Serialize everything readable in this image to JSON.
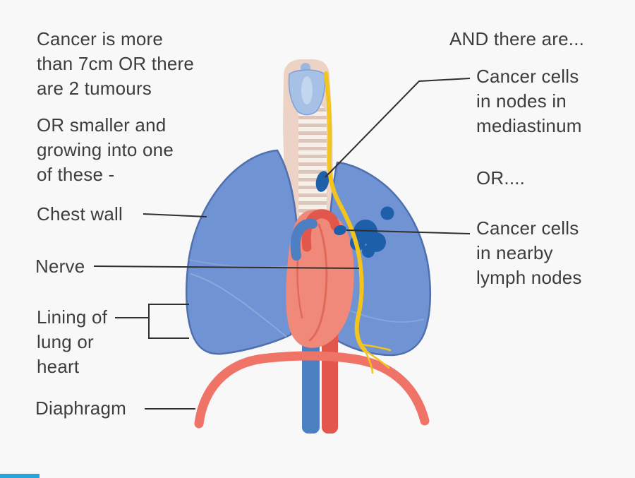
{
  "canvas": {
    "background": "#f8f8f8",
    "text_color": "#3d3d3d",
    "line_color": "#2f2f2f",
    "accent_bar_color": "#2aa5dc"
  },
  "labels": {
    "criteria_size": "Cancer is more\nthan 7cm OR there\nare 2 tumours",
    "criteria_growth": "OR smaller and\ngrowing into one\nof these -",
    "chest_wall": "Chest wall",
    "nerve": "Nerve",
    "lining": "Lining of\nlung or\nheart",
    "diaphragm": "Diaphragm",
    "and_there_are": "AND there are...",
    "nodes_mediastinum": "Cancer cells\nin nodes in\nmediastinum",
    "or": "OR....",
    "nearby_lymph_nodes": "Cancer cells\nin nearby\nlymph nodes"
  },
  "colors": {
    "lung": "#7093d3",
    "lung_outline": "#4f6fae",
    "lung_fissure": "#8fabde",
    "heart": "#f0897a",
    "heart_detail": "#e06a58",
    "artery_red": "#e2574c",
    "vein_blue": "#4d80c3",
    "nerve_yellow": "#f2c41c",
    "tumour_blue": "#1d5fa9",
    "diaphragm_pink": "#ef7366",
    "trachea_base": "#f7f0e9",
    "trachea_ring": "#dcc6bc",
    "neck_skin": "#ecd3c6",
    "larynx_blue": "#a6c0e6"
  }
}
